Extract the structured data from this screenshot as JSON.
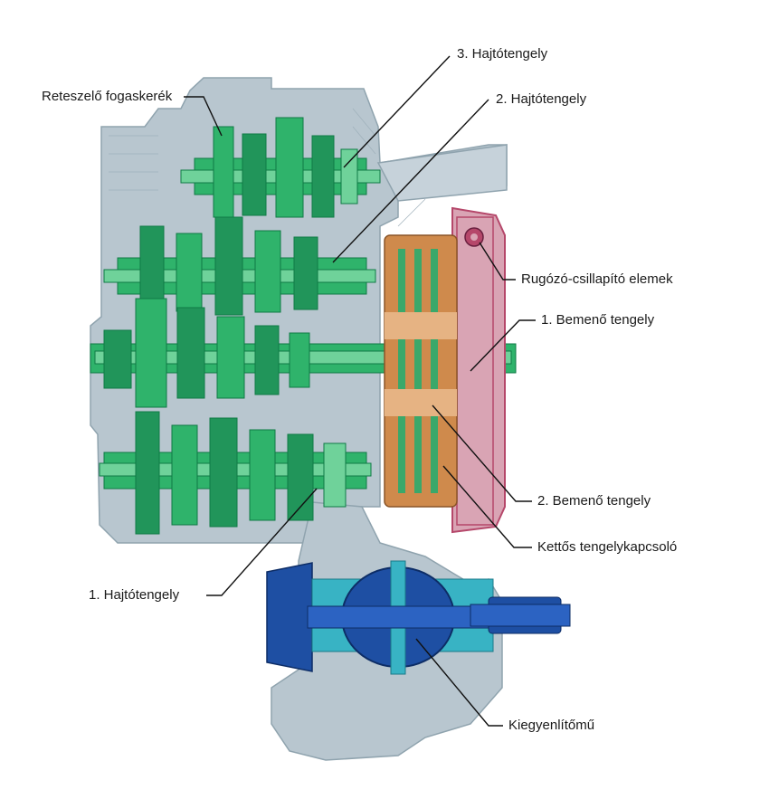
{
  "colors": {
    "housing": "#b8c6cf",
    "housing_dark": "#8fa3ae",
    "green": "#2fb36b",
    "green_dark": "#0f7a45",
    "green_light": "#6fd29a",
    "clutch_pink": "#d9a4b4",
    "clutch_red": "#b5476a",
    "clutch_orange": "#cf8a4c",
    "diff_blue": "#1e4fa3",
    "diff_cyan": "#38b3c4",
    "line": "#111111"
  },
  "labels": {
    "drive_shaft_3": "3. Hajtótengely",
    "locking_gear": "Reteszelő fogaskerék",
    "drive_shaft_2": "2. Hajtótengely",
    "damper_elements": "Rugózó-csillapító elemek",
    "input_shaft_1": "1. Bemenő tengely",
    "input_shaft_2": "2. Bemenő tengely",
    "dual_clutch": "Kettős tengelykapcsoló",
    "drive_shaft_1": "1. Hajtótengely",
    "differential": "Kiegyenlítőmű"
  }
}
